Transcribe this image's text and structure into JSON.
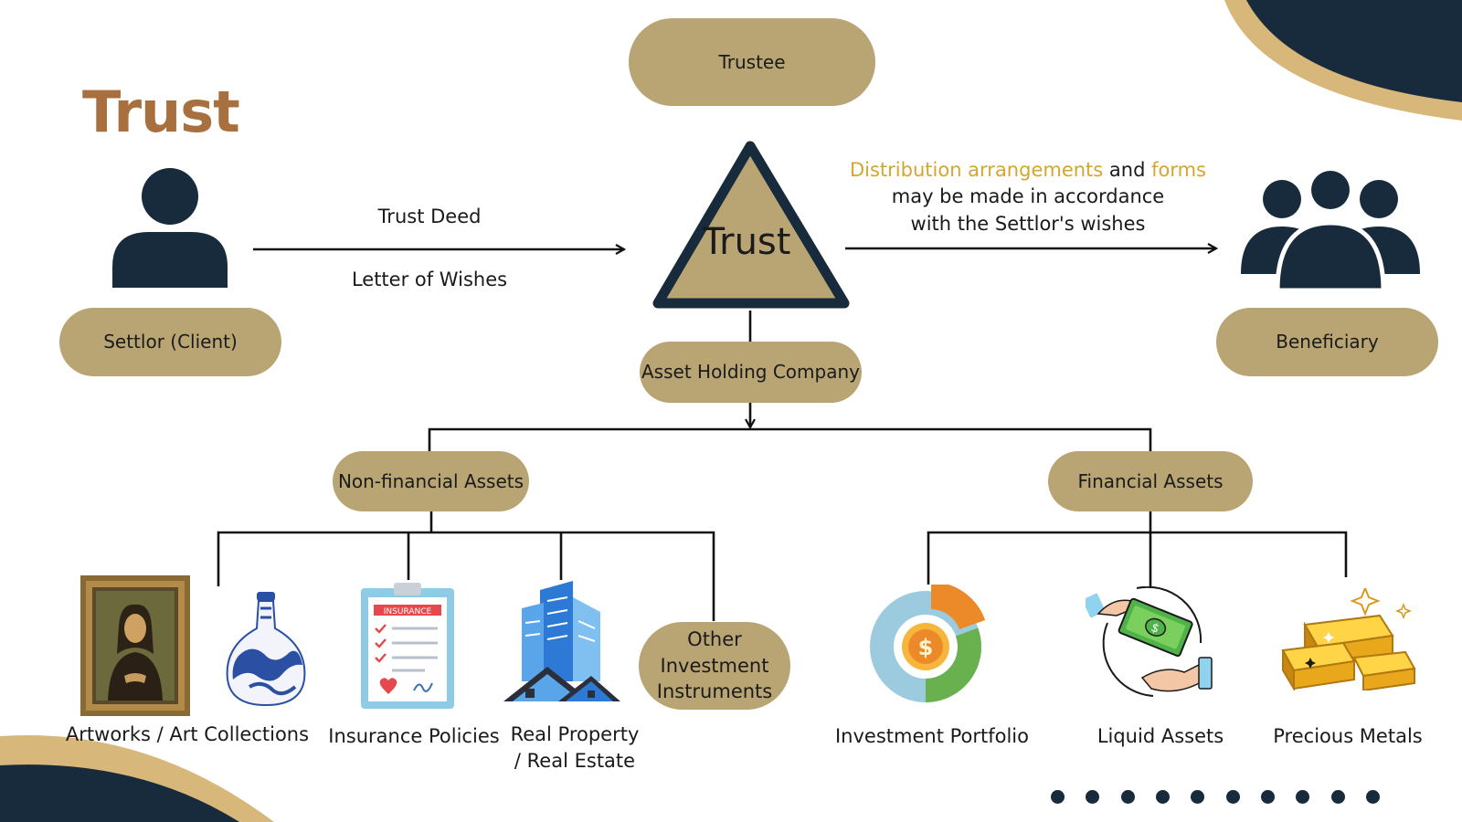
{
  "title": "Trust",
  "trustee": "Trustee",
  "trust_core": "Trust",
  "settlor": "Settlor (Client)",
  "beneficiary": "Beneficiary",
  "deed_label": "Trust Deed",
  "wishes_label": "Letter of Wishes",
  "distribution_note": {
    "part1": "Distribution arrangements",
    "part2": " and ",
    "part3": "forms",
    "line2": "may be made in accordance",
    "line3": "with the Settlor's wishes"
  },
  "holding_company": "Asset Holding Company",
  "non_financial": {
    "label": "Non-financial Assets",
    "items": [
      {
        "label": "Artworks / Art Collections",
        "icon": "painting-icon"
      },
      {
        "label": "Insurance Policies",
        "icon": "insurance-document-icon"
      },
      {
        "label": "Real Property / Real Estate",
        "icon": "building-icon"
      },
      {
        "label": "Other Investment Instruments"
      }
    ]
  },
  "financial": {
    "label": "Financial Assets",
    "items": [
      {
        "label": "Investment Portfolio",
        "icon": "portfolio-donut-icon"
      },
      {
        "label": "Liquid Assets",
        "icon": "cash-exchange-icon"
      },
      {
        "label": "Precious Metals",
        "icon": "gold-bars-icon"
      }
    ]
  },
  "colors": {
    "navy": "#182b3c",
    "tan": "#b9a474",
    "title_brown": "#a8703e",
    "highlight": "#d4a631"
  }
}
